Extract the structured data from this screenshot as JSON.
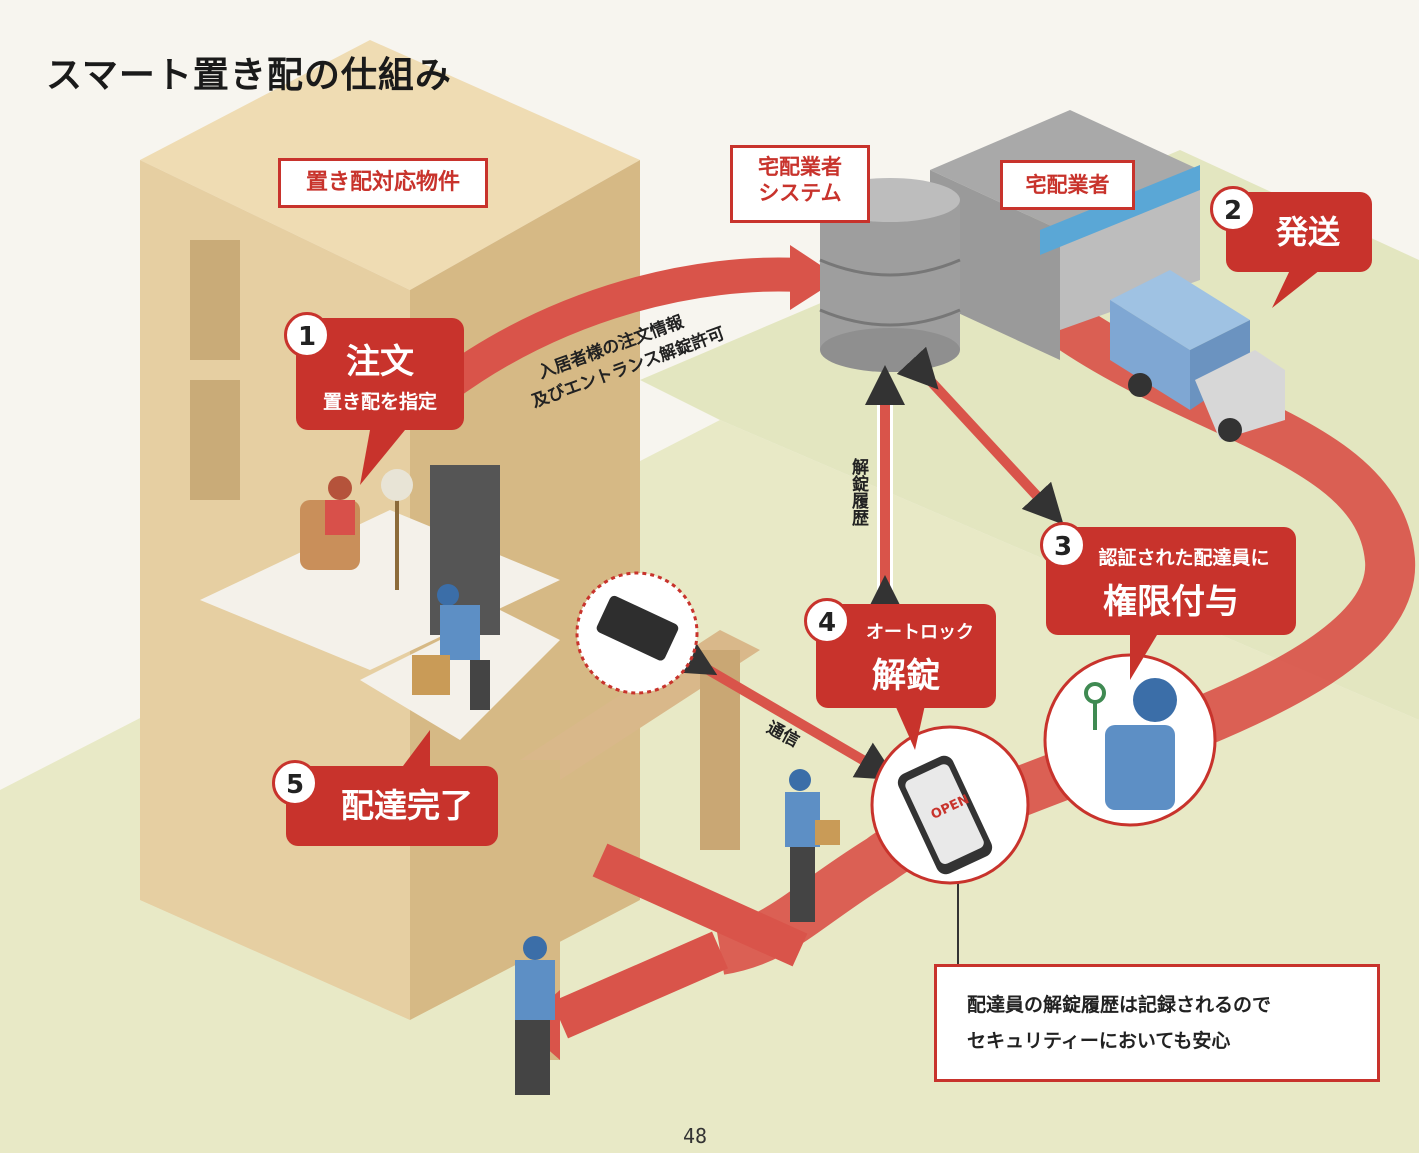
{
  "title": "スマート置き配の仕組み",
  "labels": {
    "building": "置き配対応物件",
    "system_line1": "宅配業者",
    "system_line2": "システム",
    "carrier": "宅配業者"
  },
  "steps": [
    {
      "num": "1",
      "title": "注文",
      "sub": "置き配を指定"
    },
    {
      "num": "2",
      "title": "発送"
    },
    {
      "num": "3",
      "sub": "認証された配達員に",
      "title": "権限付与"
    },
    {
      "num": "4",
      "sub": "オートロック",
      "title": "解錠"
    },
    {
      "num": "5",
      "title": "配達完了"
    }
  ],
  "arrows": {
    "order_info_line1": "入居者様の注文情報",
    "order_info_line2": "及びエントランス解錠許可",
    "unlock_history": "解錠履歴",
    "communication": "通信"
  },
  "phone_button": "OPEN",
  "note": {
    "line1": "配達員の解錠履歴は記録されるので",
    "line2": "セキュリティーにおいても安心"
  },
  "page_number": "48",
  "colors": {
    "accent": "#c8332c",
    "building": "#e6cfa2",
    "ground": "#e9ebc8",
    "truck": "#7fa7d3"
  }
}
